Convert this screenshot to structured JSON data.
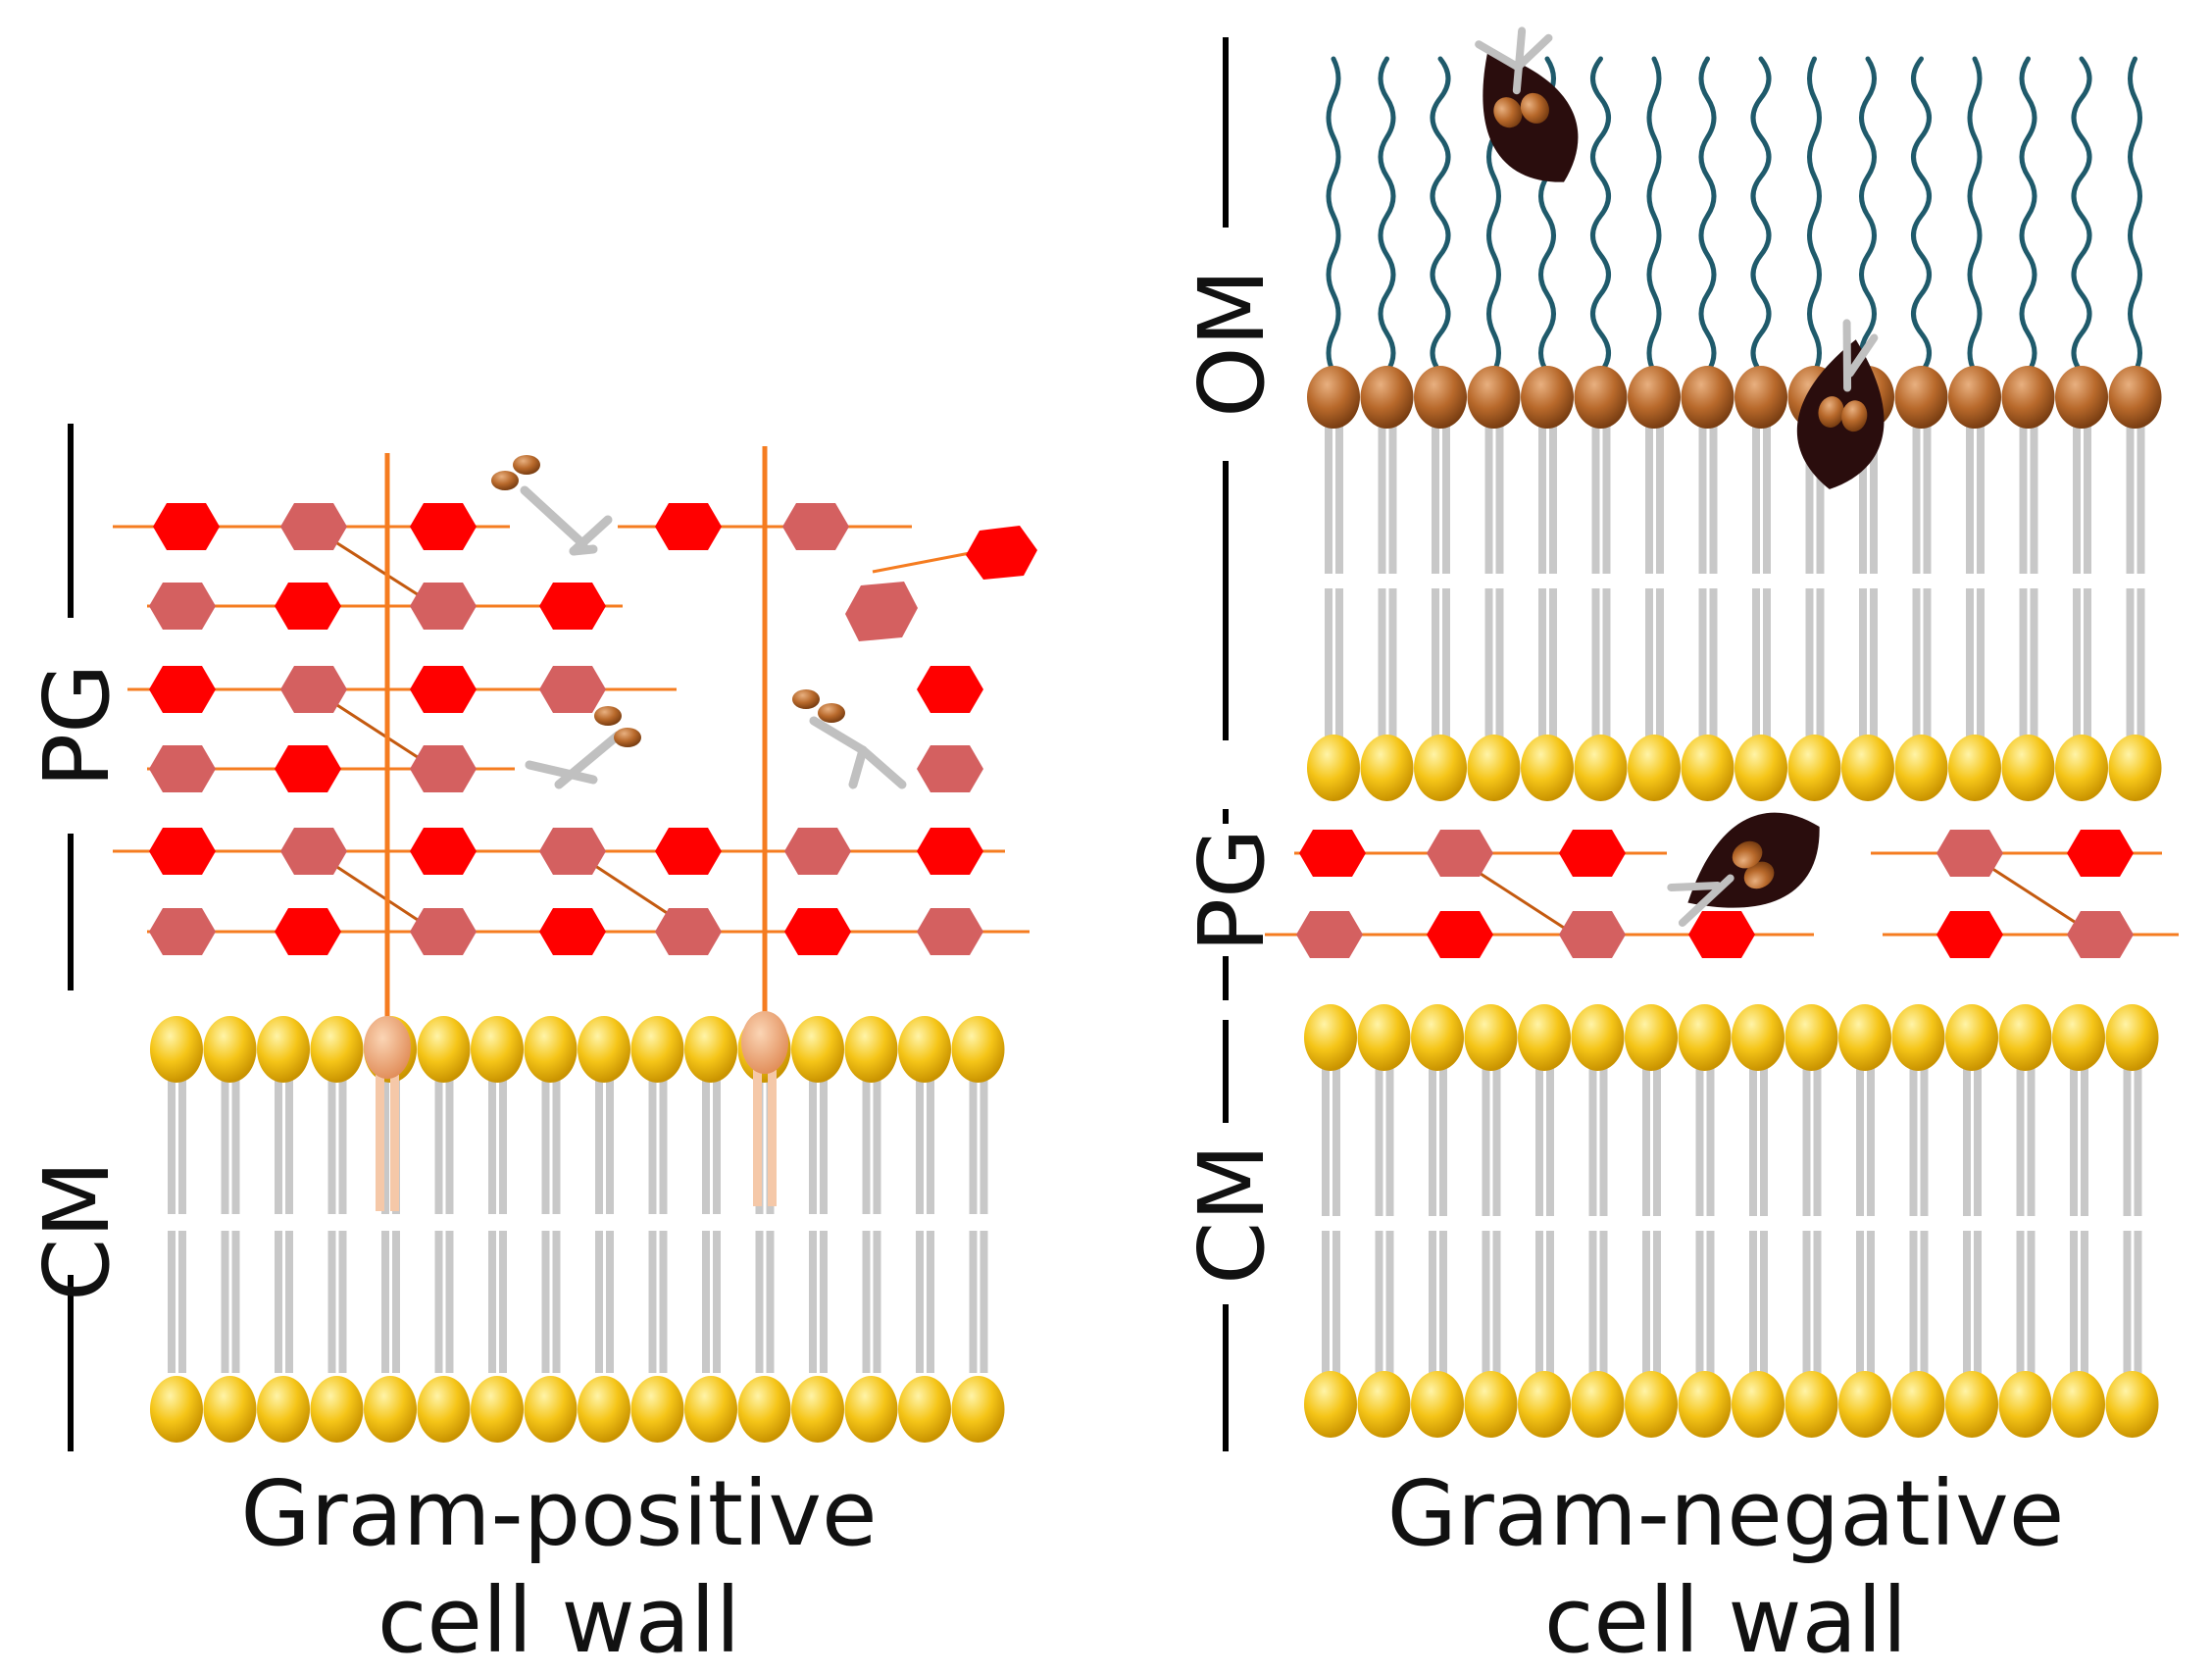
{
  "panels": [
    {
      "id": "gram-positive",
      "title_line1": "Gram-positive",
      "title_line2": "cell wall",
      "layers": [
        "PG",
        "CM"
      ]
    },
    {
      "id": "gram-negative",
      "title_line1": "Gram-negative",
      "title_line2": "cell wall",
      "layers": [
        "OM",
        "PG",
        "CM"
      ]
    }
  ],
  "colors": {
    "glycan_red": "#ff0000",
    "glycan_pink": "#d46060",
    "peptide_orange": "#f57c20",
    "teichoic_acid": "#f0a060",
    "lipid_head_yellow": "#f5c518",
    "lipid_tail_gray": "#c8c8c8",
    "lps_head_brown": "#b8692b",
    "lps_chain_teal": "#1f5a6b",
    "enzyme_dark": "#2a0d0d",
    "scissors_gray": "#c0c0c0"
  }
}
